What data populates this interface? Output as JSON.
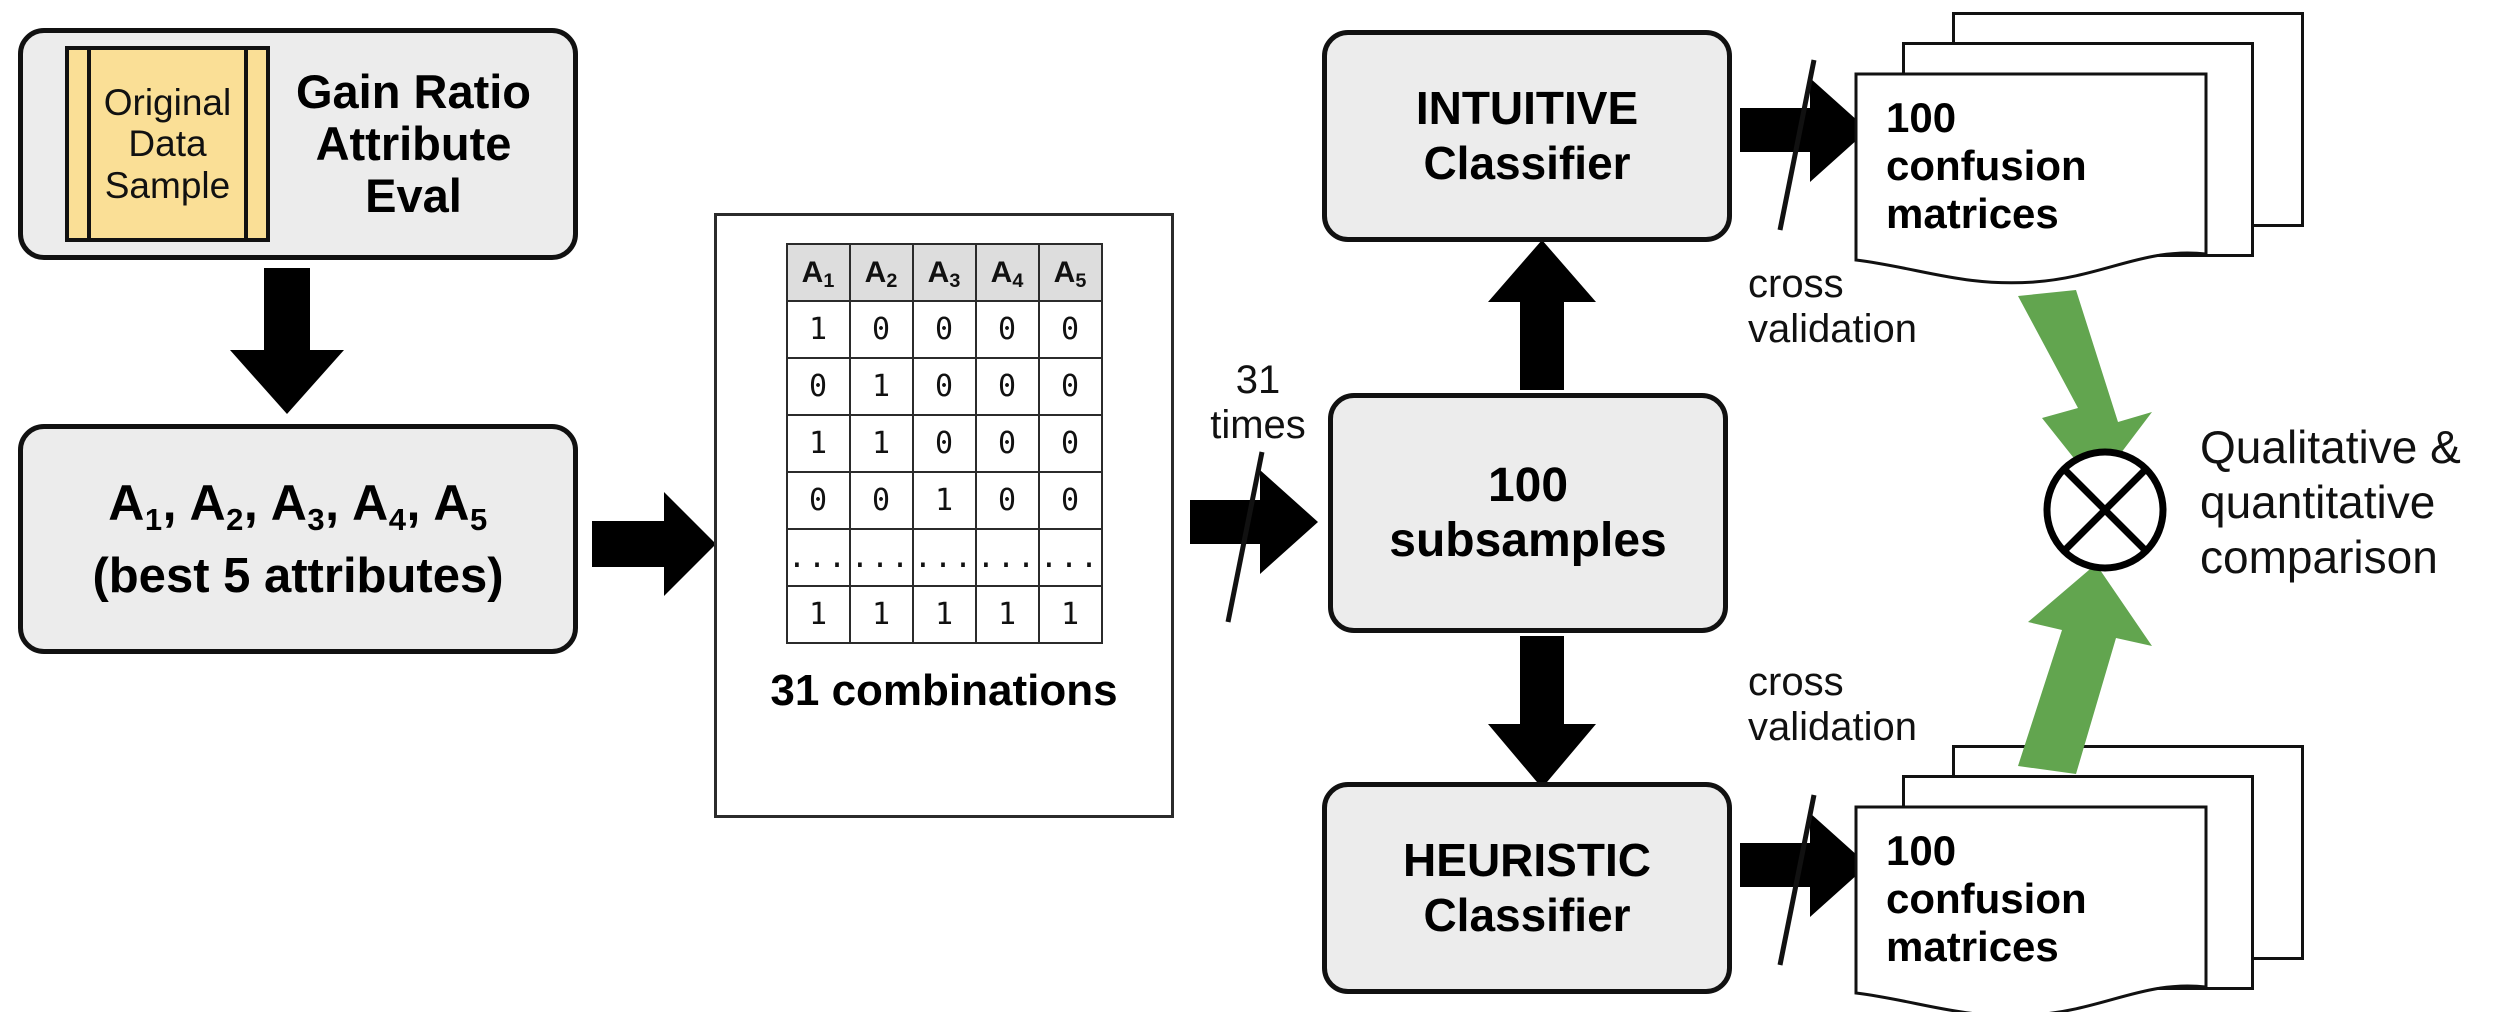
{
  "diagram": {
    "title": "Experimental pipeline: attribute selection, subsampling, classification and comparison",
    "colors": {
      "box_fill": "#ececec",
      "box_border": "#111111",
      "sample_fill": "#fadf96",
      "arrow_black": "#000000",
      "arrow_green": "#62a54f",
      "table_header_fill": "#dddddd",
      "page_fill": "#ffffff"
    }
  },
  "gain_ratio_box": {
    "sample_label": "Original\nData\nSample",
    "title": "Gain Ratio\nAttribute\nEval"
  },
  "attributes_box": {
    "line1_prefix": "A",
    "attributes": [
      "1",
      "2",
      "3",
      "4",
      "5"
    ],
    "line1_plain": "A1, A2, A3, A4, A5",
    "line2": "(best 5 attributes)"
  },
  "combinations_panel": {
    "caption": "31 combinations",
    "table": {
      "headers": [
        "A1",
        "A2",
        "A3",
        "A4",
        "A5"
      ],
      "header_bases": [
        "A",
        "A",
        "A",
        "A",
        "A"
      ],
      "header_subs": [
        "1",
        "2",
        "3",
        "4",
        "5"
      ],
      "rows": [
        [
          "1",
          "0",
          "0",
          "0",
          "0"
        ],
        [
          "0",
          "1",
          "0",
          "0",
          "0"
        ],
        [
          "1",
          "1",
          "0",
          "0",
          "0"
        ],
        [
          "0",
          "0",
          "1",
          "0",
          "0"
        ],
        [
          "...",
          "...",
          "...",
          "...",
          "..."
        ],
        [
          "1",
          "1",
          "1",
          "1",
          "1"
        ]
      ]
    }
  },
  "loop_label": "31\ntimes",
  "subsamples_box": {
    "label": "100\nsubsamples"
  },
  "intuitive_box": {
    "label": "INTUITIVE\nClassifier"
  },
  "heuristic_box": {
    "label": "HEURISTIC\nClassifier"
  },
  "cross_validation_top": "cross\nvalidation",
  "cross_validation_bottom": "cross\nvalidation",
  "confusion_top": {
    "label": "100\nconfusion\nmatrices"
  },
  "confusion_bottom": {
    "label": "100\nconfusion\nmatrices"
  },
  "comparison": {
    "operator_icon": "circled-times",
    "label": "Qualitative &\nquantitative\ncomparison"
  }
}
